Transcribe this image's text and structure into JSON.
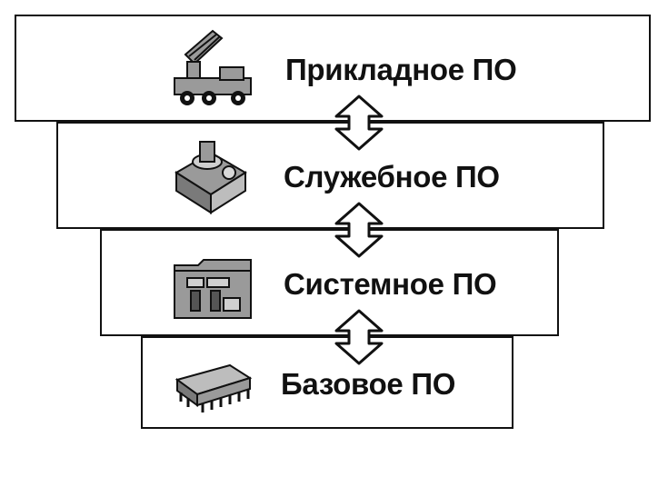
{
  "layers": [
    {
      "label": "Прикладное ПО",
      "icon": "crane-truck-icon"
    },
    {
      "label": "Служебное ПО",
      "icon": "utility-tools-icon"
    },
    {
      "label": "Системное ПО",
      "icon": "system-folder-icon"
    },
    {
      "label": "Базовое ПО",
      "icon": "chip-icon"
    }
  ],
  "colors": {
    "stroke": "#111111",
    "background": "#ffffff",
    "icon_fill": "#9a9a9a"
  }
}
